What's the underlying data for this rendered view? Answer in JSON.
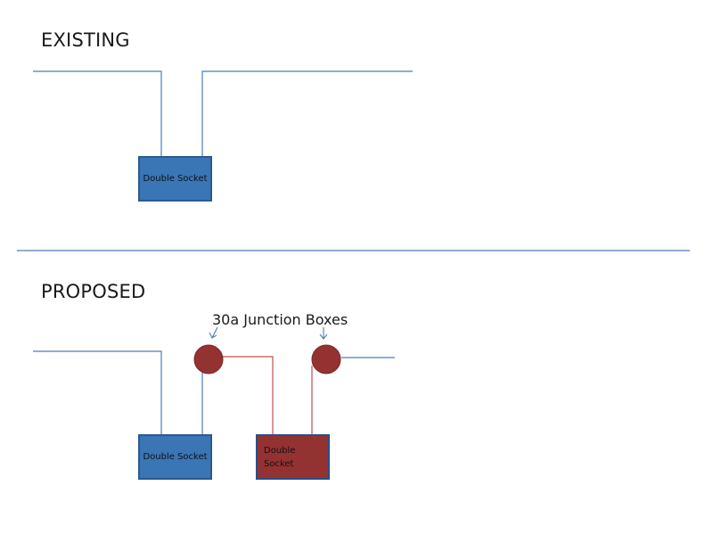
{
  "sections": {
    "existing": {
      "title": "EXISTING",
      "socket_label": "Double Socket"
    },
    "proposed": {
      "title": "PROPOSED",
      "callout": "30a Junction Boxes",
      "socket_existing_label": "Double Socket",
      "socket_new_label_line1": "Double",
      "socket_new_label_line2": "Socket"
    }
  },
  "colors": {
    "existing_wire": "#4a7ebb",
    "new_wire": "#c0504d",
    "existing_socket": "#3a75b6",
    "new_socket": "#943232",
    "junction_box": "#943232",
    "divider": "#4a7ebb"
  }
}
